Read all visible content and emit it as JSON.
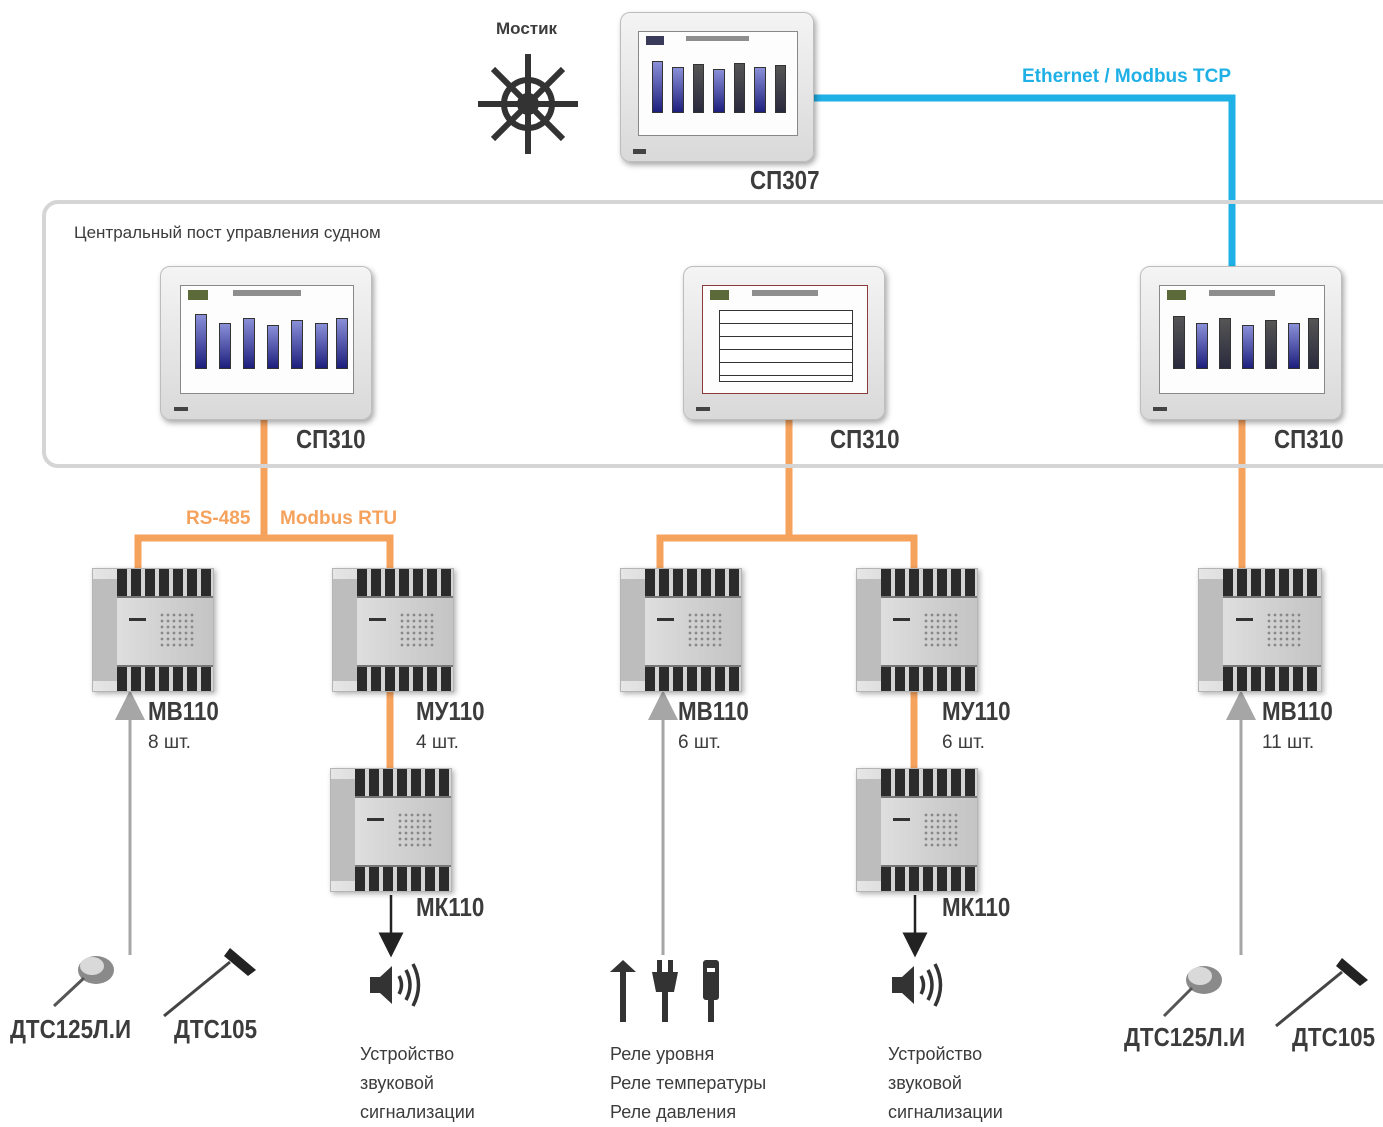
{
  "bridge": {
    "label": "Мостик"
  },
  "top_panel": {
    "name": "СП307"
  },
  "ethernet": {
    "label": "Ethernet / Modbus TCP"
  },
  "control_room": {
    "title": "Центральный пост управления судном"
  },
  "panels": [
    {
      "name": "СП310"
    },
    {
      "name": "СП310"
    },
    {
      "name": "СП310"
    }
  ],
  "bus": {
    "rs485": "RS-485",
    "modbus_rtu": "Modbus RTU"
  },
  "modules": [
    {
      "name": "МВ110",
      "count": "8 шт."
    },
    {
      "name": "МУ110",
      "count": "4 шт."
    },
    {
      "name": "МК110"
    },
    {
      "name": "МВ110",
      "count": "6 шт."
    },
    {
      "name": "МУ110",
      "count": "6 шт."
    },
    {
      "name": "МК110"
    },
    {
      "name": "МВ110",
      "count": "11 шт."
    }
  ],
  "sensors_left": {
    "a": "ДТС125Л.И",
    "b": "ДТС105"
  },
  "sensors_right": {
    "a": "ДТС125Л.И",
    "b": "ДТС105"
  },
  "sound1": {
    "lines": [
      "Устройство",
      "звуковой",
      "сигнализации"
    ]
  },
  "relays": {
    "lines": [
      "Реле уровня",
      "Реле температуры",
      "Реле давления"
    ]
  },
  "sound2": {
    "lines": [
      "Устройство",
      "звуковой",
      "сигнализации"
    ]
  },
  "colors": {
    "ethernet": "#1fb0e6",
    "rs485": "#f5a25d",
    "arrow_gray": "#a6a6a6",
    "label": "#3c3c3c"
  },
  "icons": [
    "ship-wheel-icon",
    "speaker-icon",
    "level-relay-icon",
    "temperature-relay-icon",
    "pressure-relay-icon",
    "temperature-sensor-icon"
  ]
}
